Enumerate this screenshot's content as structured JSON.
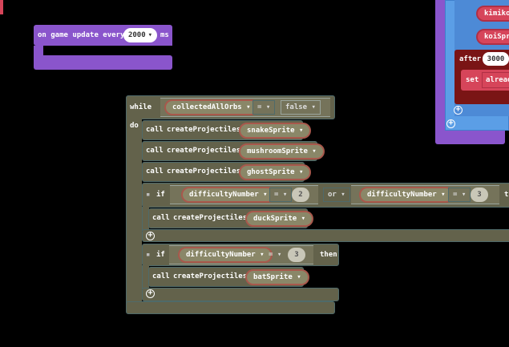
{
  "game_update": {
    "label": "on game update every",
    "interval": "2000",
    "unit": "ms"
  },
  "while_loop": {
    "keyword": "while",
    "do": "do",
    "variable": "collectedAllOrbs",
    "operator": "=",
    "value": "false"
  },
  "calls": [
    {
      "call": "call",
      "func": "createProjectiles",
      "arg": "snakeSprite"
    },
    {
      "call": "call",
      "func": "createProjectiles",
      "arg": "mushroomSprite"
    },
    {
      "call": "call",
      "func": "createProjectiles",
      "arg": "ghostSprite"
    }
  ],
  "if1": {
    "keyword": "if",
    "left": {
      "variable": "difficultyNumber",
      "operator": "=",
      "value": "2"
    },
    "logic": "or",
    "right": {
      "variable": "difficultyNumber",
      "operator": "=",
      "value": "3"
    },
    "then": "t",
    "body": {
      "call": "call",
      "func": "createProjectiles",
      "arg": "duckSprite"
    }
  },
  "if2": {
    "keyword": "if",
    "variable": "difficultyNumber",
    "operator": "=",
    "value": "3",
    "then": "then",
    "body": {
      "call": "call",
      "func": "createProjectiles",
      "arg": "batSprite"
    }
  },
  "right_panel": {
    "items": [
      "kimikoS",
      "koiSpri"
    ],
    "after_label": "after",
    "after_value": "3000",
    "set_label": "set",
    "set_var": "alread"
  },
  "dropdown_arrow": "▾"
}
